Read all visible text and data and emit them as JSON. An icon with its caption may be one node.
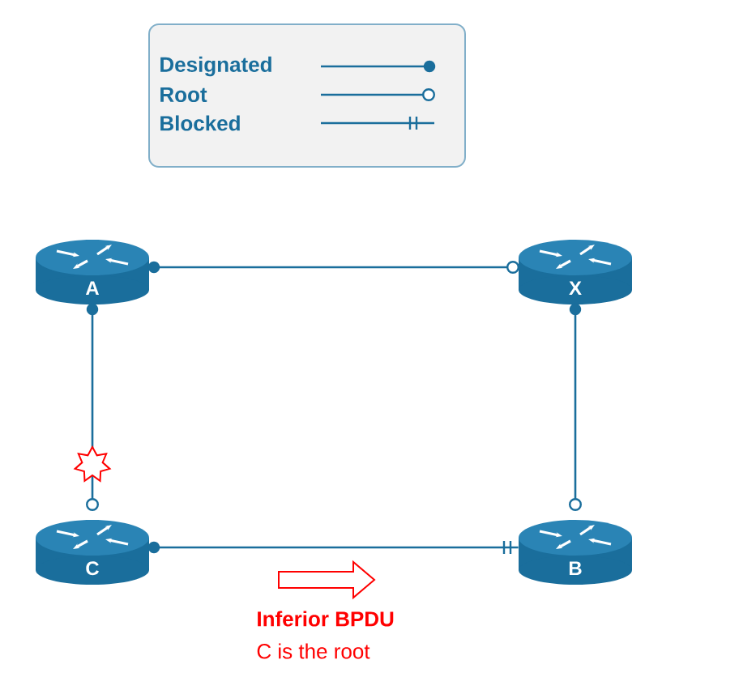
{
  "diagram": {
    "nodes": [
      {
        "text": [
          "A"
        ]
      },
      {
        "text": [
          "X"
        ]
      },
      {
        "text": [
          "C"
        ]
      },
      {
        "text": [
          "B"
        ]
      }
    ],
    "edges": [
      {
        "from": 0,
        "to": 1,
        "arrow": "other"
      },
      {
        "from": 0,
        "to": 2,
        "arrow": "other"
      },
      {
        "from": 1,
        "to": 3,
        "arrow": "other"
      },
      {
        "from": 2,
        "to": 3,
        "arrow": "other"
      }
    ],
    "labels": [
      "Inferior BPDU",
      "C is the root"
    ],
    "legend": [
      {
        "text": "Designated"
      },
      {
        "text": "Root"
      },
      {
        "text": "Blocked"
      }
    ]
  }
}
